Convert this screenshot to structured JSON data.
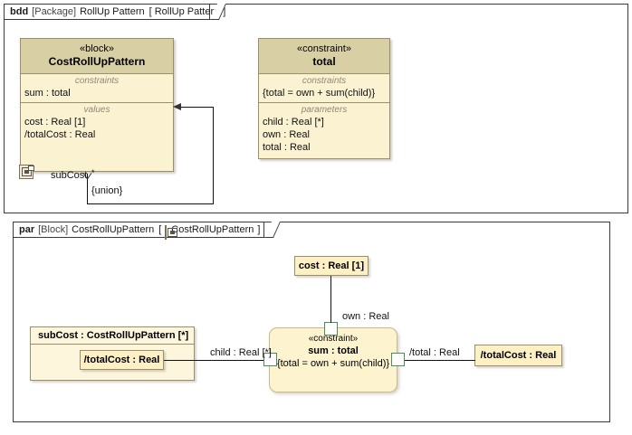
{
  "bdd_frame": {
    "kind": "bdd",
    "scope": "[Package]",
    "model": "RollUp Pattern",
    "bracket_open": "[",
    "view": "RollUp Pattern",
    "bracket_close": "]"
  },
  "par_frame": {
    "kind": "par",
    "scope": "[Block]",
    "model": "CostRollUpPattern",
    "bracket_open": "[",
    "view": "CostRollUpPattern",
    "bracket_close": "]",
    "icon": "parametric-diagram-icon"
  },
  "bdd": {
    "block": {
      "stereotype": "«block»",
      "name": "CostRollUpPattern",
      "constraints_title": "constraints",
      "constraints": [
        "sum : total"
      ],
      "values_title": "values",
      "values": [
        "cost : Real [1]",
        "/totalCost : Real"
      ],
      "icon": "parametric-diagram-icon"
    },
    "constraint_block": {
      "stereotype": "«constraint»",
      "name": "total",
      "constraints_title": "constraints",
      "constraints": [
        "{total = own + sum(child)}"
      ],
      "parameters_title": "parameters",
      "parameters": [
        "child : Real [*]",
        "own : Real",
        "total : Real"
      ]
    },
    "association": {
      "end_name": "subCost",
      "multiplicity": "*",
      "property_modifier": "{union}"
    }
  },
  "par": {
    "cost_value": "cost : Real [1]",
    "subcost_part": {
      "title": "subCost : CostRollUpPattern [*]",
      "nested_value": "/totalCost : Real"
    },
    "constraint_usage": {
      "stereotype": "«constraint»",
      "name": "sum : total",
      "expression": "{total = own + sum(child)}",
      "ports": {
        "left": "child-port",
        "top": "own-port",
        "right": "total-port"
      }
    },
    "totalcost_value": "/totalCost : Real",
    "connector_labels": {
      "child": "child : Real [*]",
      "own": "own : Real",
      "total": "/total : Real"
    }
  },
  "colors": {
    "block_header": "#d9cfa5",
    "block_body": "#fbf2d2",
    "part_body": "#fdf6dc",
    "value_body": "#fdf0c4",
    "border": "#9b8f6a",
    "port_border": "#4e8a5e",
    "frame_border": "#3a3a3a",
    "line": "#111111"
  }
}
